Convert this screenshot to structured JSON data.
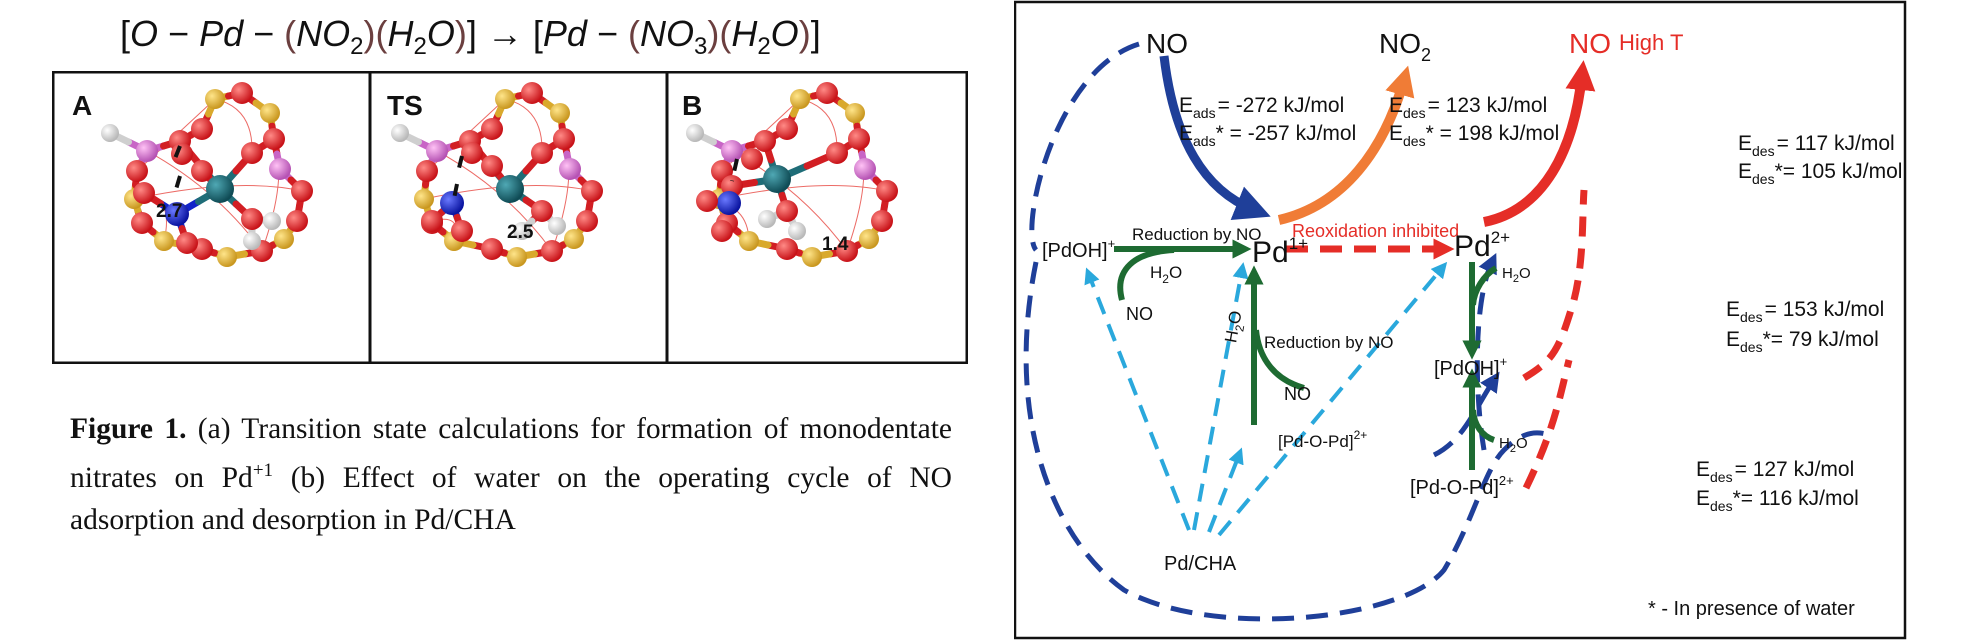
{
  "equation": {
    "lhs_open": "[",
    "lhs_o": "O",
    "lhs_pd": "Pd",
    "lhs_no": "NO",
    "lhs_no_sub": "2",
    "lhs_h": "H",
    "lhs_h_sub": "2",
    "lhs_ho": "O",
    "arrow": "→",
    "rhs_pd": "Pd",
    "rhs_no": "NO",
    "rhs_no_sub": "3",
    "rhs_h": "H",
    "rhs_h_sub": "2",
    "rhs_ho": "O"
  },
  "panels": [
    {
      "label": "A",
      "distance": "2.7"
    },
    {
      "label": "TS",
      "distance": "2.5"
    },
    {
      "label": "B",
      "distance": "1.4"
    }
  ],
  "caption": {
    "figure_label": "Figure 1.",
    "text_1": " (a) Transition state calculations for formation of monodentate nitrates on Pd",
    "superscript": "+1",
    "text_2": " (b) Effect of water on the operating cycle of NO adsorption and desorption in Pd/CHA"
  },
  "scheme": {
    "species": {
      "no_top": "NO",
      "no2_main": "NO",
      "no2_sub": "2",
      "no_high": "NO",
      "high_t": "High T",
      "pdoh_left": "[PdOH]",
      "pdoh_left_sup": "+",
      "pd1": "Pd",
      "pd1_sup": "1+",
      "pd2": "Pd",
      "pd2_sup": "2+",
      "pdoh_right": "[PdOH]",
      "pdoh_right_sup": "+",
      "pdopd_mid": "[Pd-O-Pd]",
      "pdopd_mid_sup": "2+",
      "pdopd_right": "[Pd-O-Pd]",
      "pdopd_right_sup": "2+",
      "pdcha": "Pd/CHA"
    },
    "labels": {
      "reduction_1": "Reduction by NO",
      "h2o_1_main": "H",
      "h2o_1_sub": "2",
      "h2o_1_end": "O",
      "no_1": "NO",
      "reoxidation": "Reoxidation inhibited",
      "reduction_2": "Reduction by NO",
      "h2o_2_main": "H",
      "h2o_2_sub": "2",
      "h2o_2_end": "O",
      "no_2": "NO",
      "h2o_3_main": "H",
      "h2o_3_sub": "2",
      "h2o_3_end": "O",
      "h2o_4_main": "H",
      "h2o_4_sub": "2",
      "h2o_4_end": "O"
    },
    "energies": {
      "e_ads_1": "= -272 kJ/mol",
      "e_ads_2": "* = -257 kJ/mol",
      "e_des_no2_1": "= 123 kJ/mol",
      "e_des_no2_2": "* = 198 kJ/mol",
      "e_des_pd2_1": "= 117 kJ/mol",
      "e_des_pd2_2": "*= 105 kJ/mol",
      "e_des_pdoh_1": "= 153 kJ/mol",
      "e_des_pdoh_2": "*= 79 kJ/mol",
      "e_des_pdopd_1": "= 127 kJ/mol",
      "e_des_pdopd_2": "*= 116 kJ/mol",
      "e_main": "E",
      "sub_ads": "ads",
      "sub_des": "des"
    },
    "footnote": "* - In presence of water"
  },
  "colors": {
    "dark_blue": "#1f3f99",
    "light_blue": "#2aa8dc",
    "green": "#1e6b32",
    "orange": "#f07c36",
    "red": "#e52d27",
    "oxygen": "#e0262b",
    "silicon": "#e0b53a",
    "aluminium": "#d978d6",
    "palladium": "#1f6d78",
    "nitrogen": "#1224c9",
    "hydrogen": "#e9e9e9"
  }
}
